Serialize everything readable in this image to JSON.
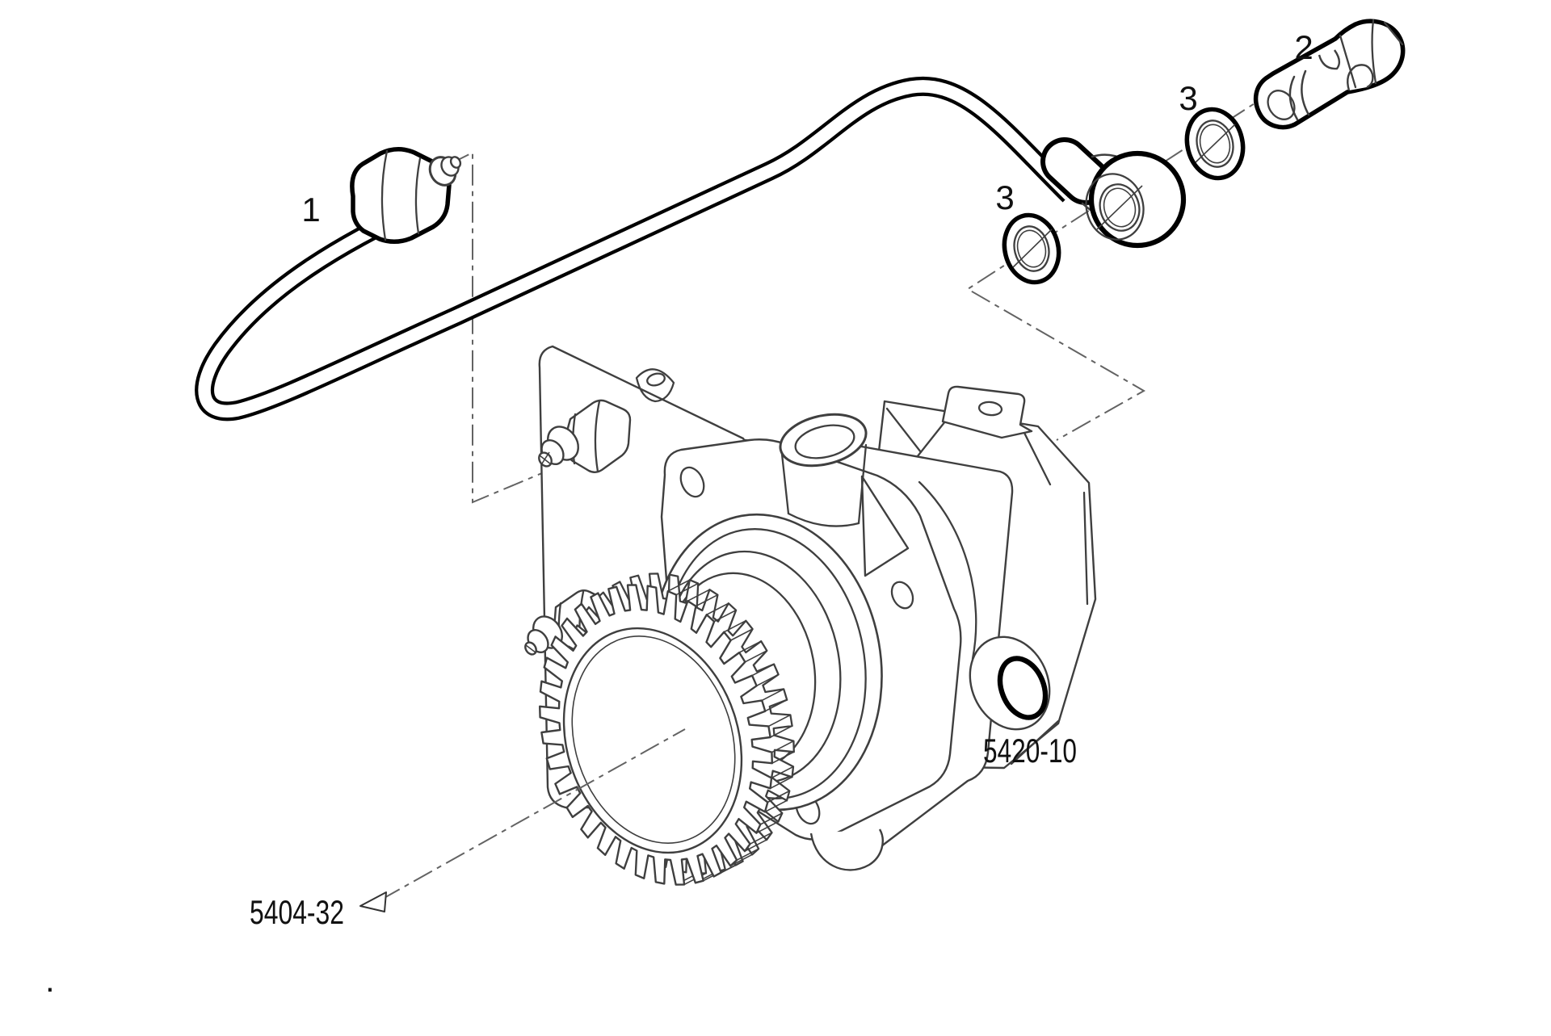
{
  "diagram": {
    "kind": "exploded-parts-drawing",
    "callouts": [
      {
        "part": "oil-pipe",
        "label": "1"
      },
      {
        "part": "hollow-screw",
        "label": "2"
      },
      {
        "part": "sealing-washer-front",
        "label": "3"
      },
      {
        "part": "sealing-washer-rear",
        "label": "3"
      }
    ],
    "references": [
      {
        "target": "steering-pump",
        "label": "5420-10"
      },
      {
        "target": "drive-gear",
        "label": "5404-32"
      }
    ],
    "artifact_dot": ".",
    "colors": {
      "outline": "#3f3f3f",
      "bold_outline": "#000000",
      "construction_line": "#636363",
      "label_text": "#111111",
      "background": "#ffffff"
    }
  }
}
